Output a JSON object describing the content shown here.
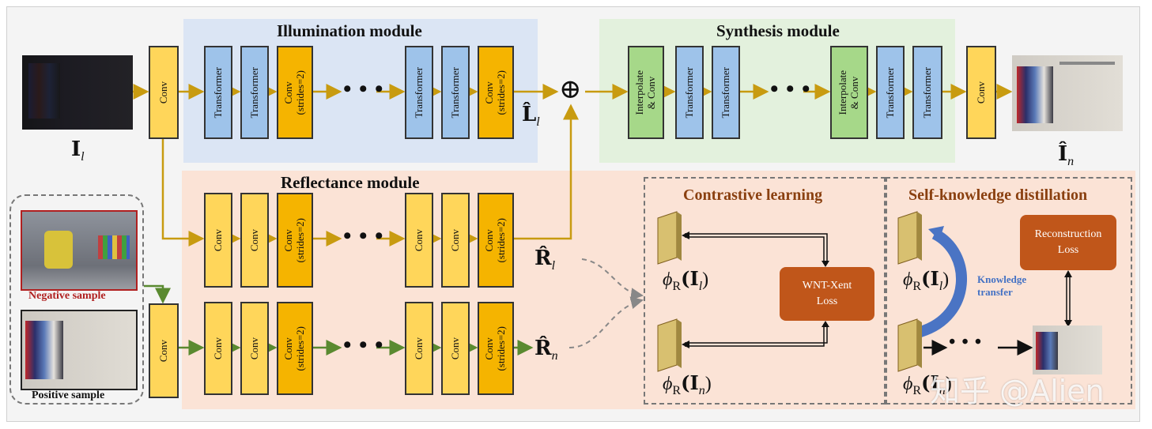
{
  "colors": {
    "gold_arrow": "#c89b10",
    "green_arrow": "#5a8a30",
    "illum_bg": "#dbe5f4",
    "synth_bg": "#e3f1dd",
    "refl_bg": "#fbe3d6",
    "orange_box": "#c0561a",
    "knowledge_text": "#4472c4"
  },
  "titles": {
    "illumination": "Illumination module",
    "synthesis": "Synthesis module",
    "reflectance": "Reflectance module",
    "contrastive": "Contrastive learning",
    "self_distill": "Self-knowledge distillation"
  },
  "blocks": {
    "conv": "Conv",
    "conv_stride": "Conv\n(strides=2)",
    "transformer": "Transformer",
    "interp": "Interpolate\n& Conv",
    "dots": "• • •"
  },
  "math": {
    "I_l": {
      "base": "I",
      "sub": "l"
    },
    "L_l": {
      "base": "L̂",
      "sub": "l"
    },
    "I_n": {
      "base": "Î",
      "sub": "n"
    },
    "R_l": {
      "base": "R̂",
      "sub": "l"
    },
    "R_n": {
      "base": "R̂",
      "sub": "n"
    },
    "phi_l": {
      "text": "ϕ",
      "sub": "R",
      "arg": "(I",
      "argsub": "l",
      "close": ")"
    },
    "phi_n": {
      "text": "ϕ",
      "sub": "R",
      "arg": "(I",
      "argsub": "n",
      "close": ")"
    },
    "plus": "⊕"
  },
  "samples": {
    "negative": "Negative sample",
    "positive": "Positive sample"
  },
  "losses": {
    "wnt": "WNT-Xent\nLoss",
    "recon": "Reconstruction\nLoss"
  },
  "knowledge": "Knowledge\ntransfer",
  "watermark": "知乎 @Alien"
}
